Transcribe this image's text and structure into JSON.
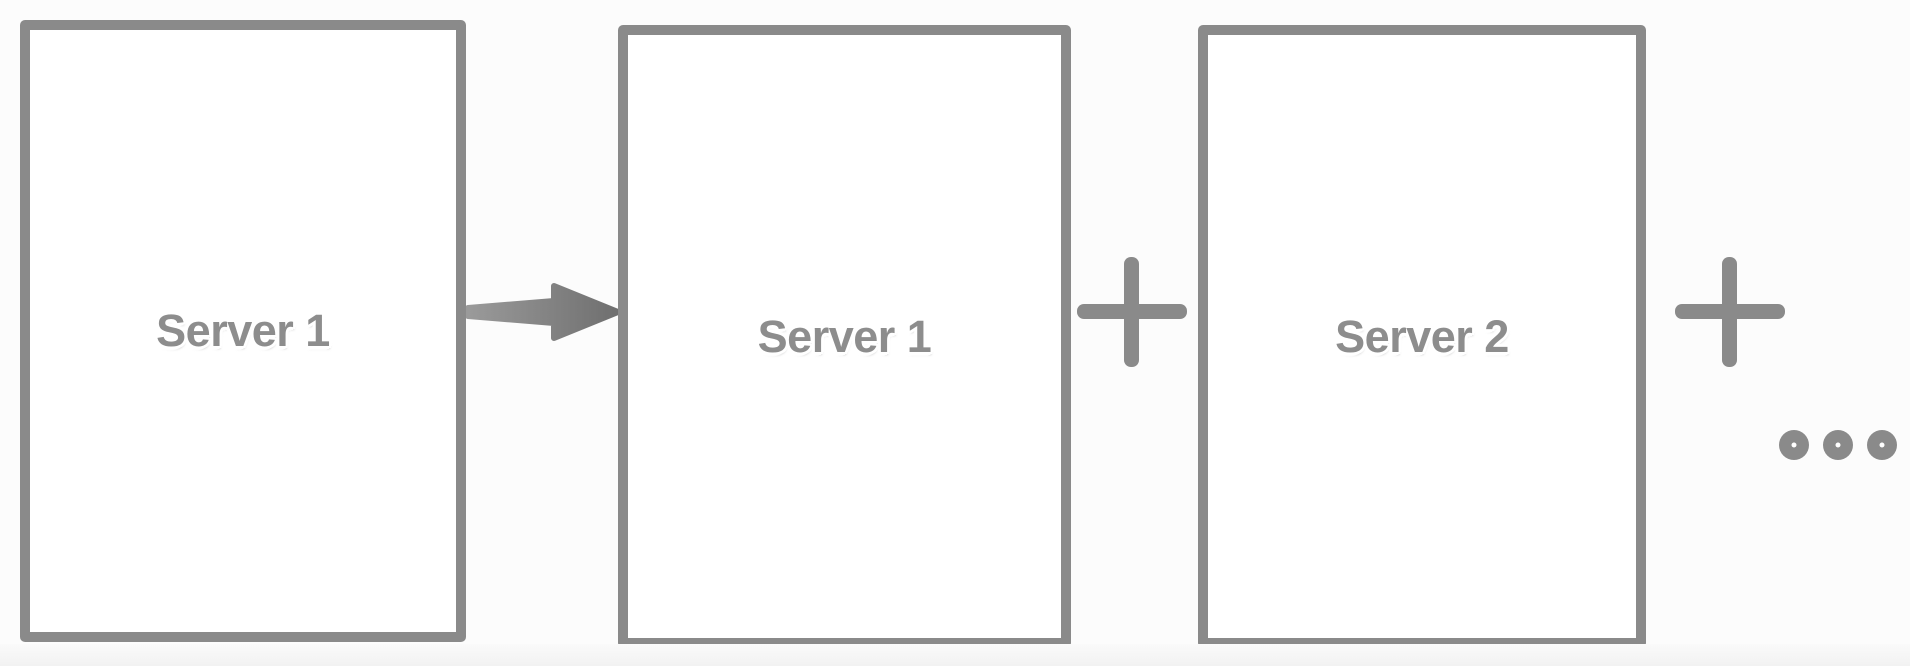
{
  "diagram": {
    "title": "Horizontal server scaling diagram",
    "background_color": "#fcfcfc",
    "stroke_color": "#8a8a8a",
    "box_fill_color": "#ffffff",
    "label_color": "#8d8d8d",
    "nodes": [
      {
        "id": "box-1",
        "label": "Server 1",
        "icon": "server-box-icon"
      },
      {
        "id": "box-2",
        "label": "Server 1",
        "icon": "server-box-icon"
      },
      {
        "id": "box-3",
        "label": "Server 2",
        "icon": "server-box-icon"
      }
    ],
    "connectors": [
      {
        "id": "arrow-1",
        "type": "arrow-right",
        "icon": "arrow-right-icon",
        "between": [
          "box-1",
          "box-2"
        ]
      },
      {
        "id": "plus-1",
        "type": "plus",
        "icon": "plus-icon",
        "symbol": "+",
        "between": [
          "box-2",
          "box-3"
        ]
      },
      {
        "id": "plus-2",
        "type": "plus",
        "icon": "plus-icon",
        "symbol": "+",
        "between": [
          "box-3",
          "more"
        ]
      }
    ],
    "continuation": {
      "id": "ellipsis",
      "icon": "ellipsis-icon",
      "symbol": "...",
      "dot_count": 3
    }
  }
}
